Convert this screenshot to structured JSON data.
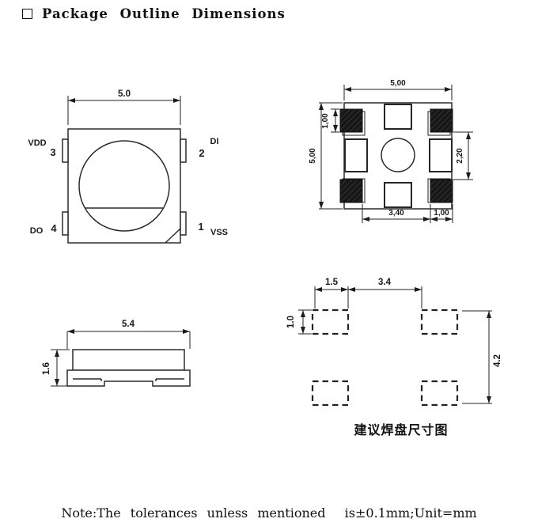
{
  "title": "Package Outline Dimensions",
  "note": "Note:The tolerances unless mentioned  is±0.1mm;Unit=mm",
  "front_view": {
    "dim_width": "5.0",
    "pins": [
      {
        "num": "3",
        "name": "VDD"
      },
      {
        "num": "2",
        "name": "DI"
      },
      {
        "num": "4",
        "name": "DO"
      },
      {
        "num": "1",
        "name": "VSS"
      }
    ]
  },
  "pad_view": {
    "dim_width": "5,00",
    "dim_height": "5,00",
    "dim_pad_height": "1,00",
    "dim_inner_span": "2,20",
    "dim_pad_gap": "3,40",
    "dim_pad_width": "1,00"
  },
  "side_view": {
    "dim_width": "5.4",
    "dim_height": "1.6"
  },
  "pad_layout": {
    "dim_pad_width": "1.5",
    "dim_gap": "3.4",
    "dim_pad_height": "1.0",
    "dim_total_height": "4.2",
    "caption": "建议焊盘尺寸图"
  },
  "colors": {
    "line": "#2b2b2b",
    "pad_fill": "#161616",
    "background": "#ffffff"
  }
}
